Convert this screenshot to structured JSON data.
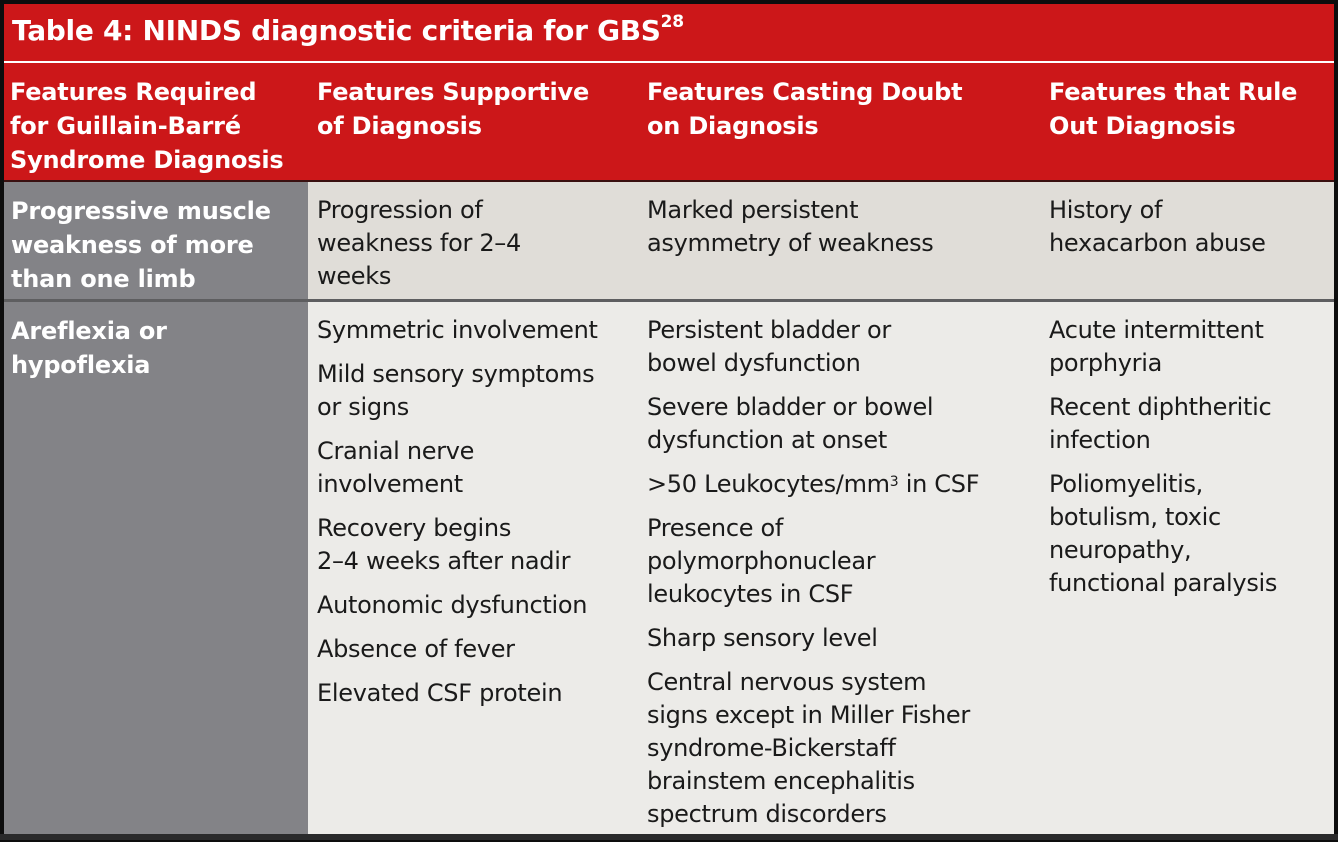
{
  "table": {
    "title": "Table 4: NINDS diagnostic criteria for GBS",
    "title_superscript": "28",
    "colors": {
      "header_red": "#cc1719",
      "required_column_grey": "#838387",
      "row1_background": "#e0ddd8",
      "row2_background": "#ecebe8",
      "frame_black": "#0d0d0d"
    },
    "columns": [
      "Features Required for Guillain-Barré Syndrome Diagnosis",
      "Features Supportive of Diagnosis",
      "Features Casting Doubt on Diagnosis",
      "Features that Rule Out Diagnosis"
    ],
    "columns_lines": [
      [
        "Features Required",
        "for Guillain-Barré",
        "Syndrome Diagnosis"
      ],
      [
        "Features Supportive",
        "of Diagnosis"
      ],
      [
        "Features Casting Doubt",
        "on Diagnosis"
      ],
      [
        "Features that Rule",
        "Out Diagnosis"
      ]
    ],
    "rows": [
      {
        "required": "Progressive muscle weakness of more than one limb",
        "required_lines": [
          "Progressive muscle",
          "weakness of more",
          "than one limb"
        ],
        "supportive": [
          {
            "lines": [
              "Progression of",
              "weakness for 2–4",
              "weeks"
            ]
          }
        ],
        "doubt": [
          {
            "lines": [
              "Marked persistent",
              "asymmetry of weakness"
            ]
          }
        ],
        "rule_out": [
          {
            "lines": [
              "History of",
              "hexacarbon abuse"
            ]
          }
        ]
      },
      {
        "required": "Areflexia or hypoflexia",
        "required_lines": [
          "Areflexia or",
          "hypoflexia"
        ],
        "supportive": [
          {
            "lines": [
              "Symmetric involvement"
            ]
          },
          {
            "lines": [
              "Mild sensory symptoms",
              "or signs"
            ]
          },
          {
            "lines": [
              "Cranial nerve",
              "involvement"
            ]
          },
          {
            "lines": [
              "Recovery begins",
              "2–4 weeks after nadir"
            ]
          },
          {
            "lines": [
              "Autonomic dysfunction"
            ]
          },
          {
            "lines": [
              "Absence of fever"
            ]
          },
          {
            "lines": [
              "Elevated CSF protein"
            ]
          }
        ],
        "doubt": [
          {
            "lines": [
              "Persistent bladder or",
              "bowel dysfunction"
            ]
          },
          {
            "lines": [
              "Severe bladder or bowel",
              "dysfunction at onset"
            ]
          },
          {
            "lines": [
              ">50 Leukocytes/mm",
              " in CSF"
            ],
            "superscript": "3"
          },
          {
            "lines": [
              "Presence of",
              "polymorphonuclear",
              "leukocytes in CSF"
            ]
          },
          {
            "lines": [
              "Sharp sensory level"
            ]
          },
          {
            "lines": [
              "Central nervous system",
              "signs except in Miller Fisher",
              "syndrome-Bickerstaff",
              "brainstem encephalitis",
              "spectrum discorders"
            ]
          }
        ],
        "rule_out": [
          {
            "lines": [
              "Acute intermittent",
              "porphyria"
            ]
          },
          {
            "lines": [
              "Recent diphtheritic",
              "infection"
            ]
          },
          {
            "lines": [
              "Poliomyelitis,",
              "botulism, toxic",
              "neuropathy,",
              "functional paralysis"
            ]
          }
        ]
      }
    ]
  }
}
